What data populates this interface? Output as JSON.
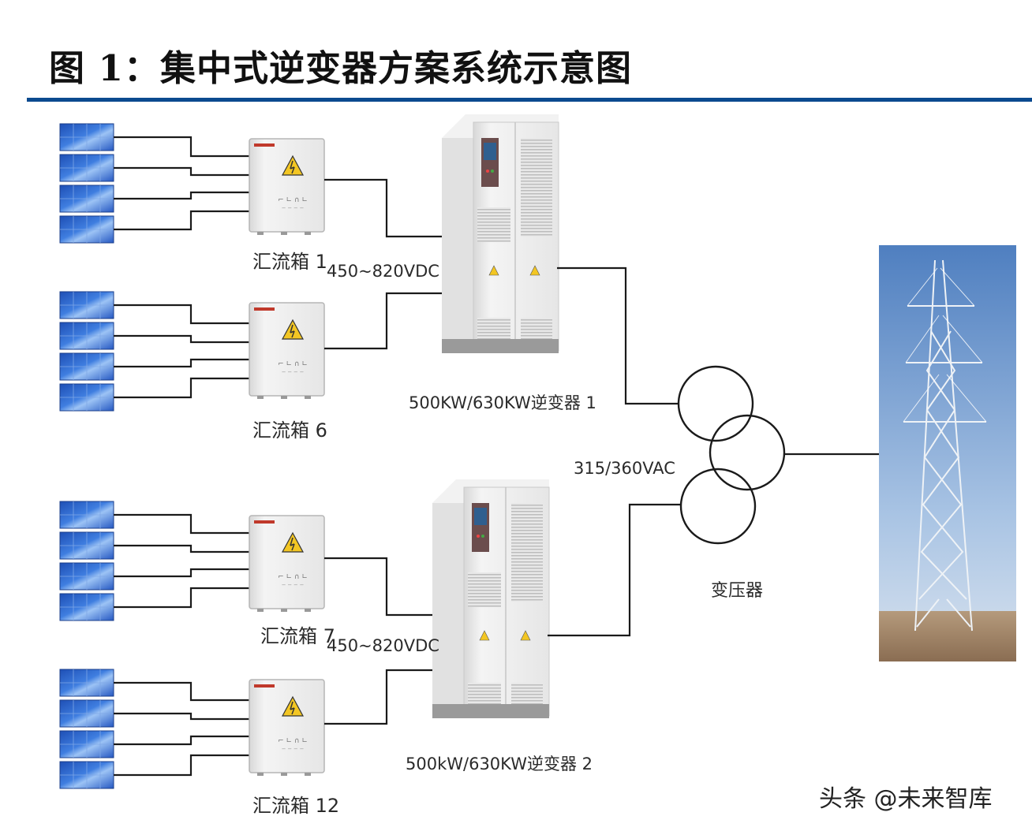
{
  "title": "图 1：集中式逆变器方案系统示意图",
  "labels": {
    "combiner1": "汇流箱 1",
    "combiner6": "汇流箱 6",
    "combiner7": "汇流箱 7",
    "combiner12": "汇流箱 12",
    "dc_voltage_top": "450~820VDC",
    "dc_voltage_bottom": "450~820VDC",
    "inverter1": "500KW/630KW逆变器 1",
    "inverter2": "500kW/630KW逆变器 2",
    "ac_voltage": "315/360VAC",
    "transformer": "变压器"
  },
  "watermark": "头条 @未来智库",
  "colors": {
    "title_rule": "#0b4a8f",
    "panel_blue": "#2f63c8",
    "wire": "#1a1a1a",
    "sky": "#5f8fc6"
  }
}
